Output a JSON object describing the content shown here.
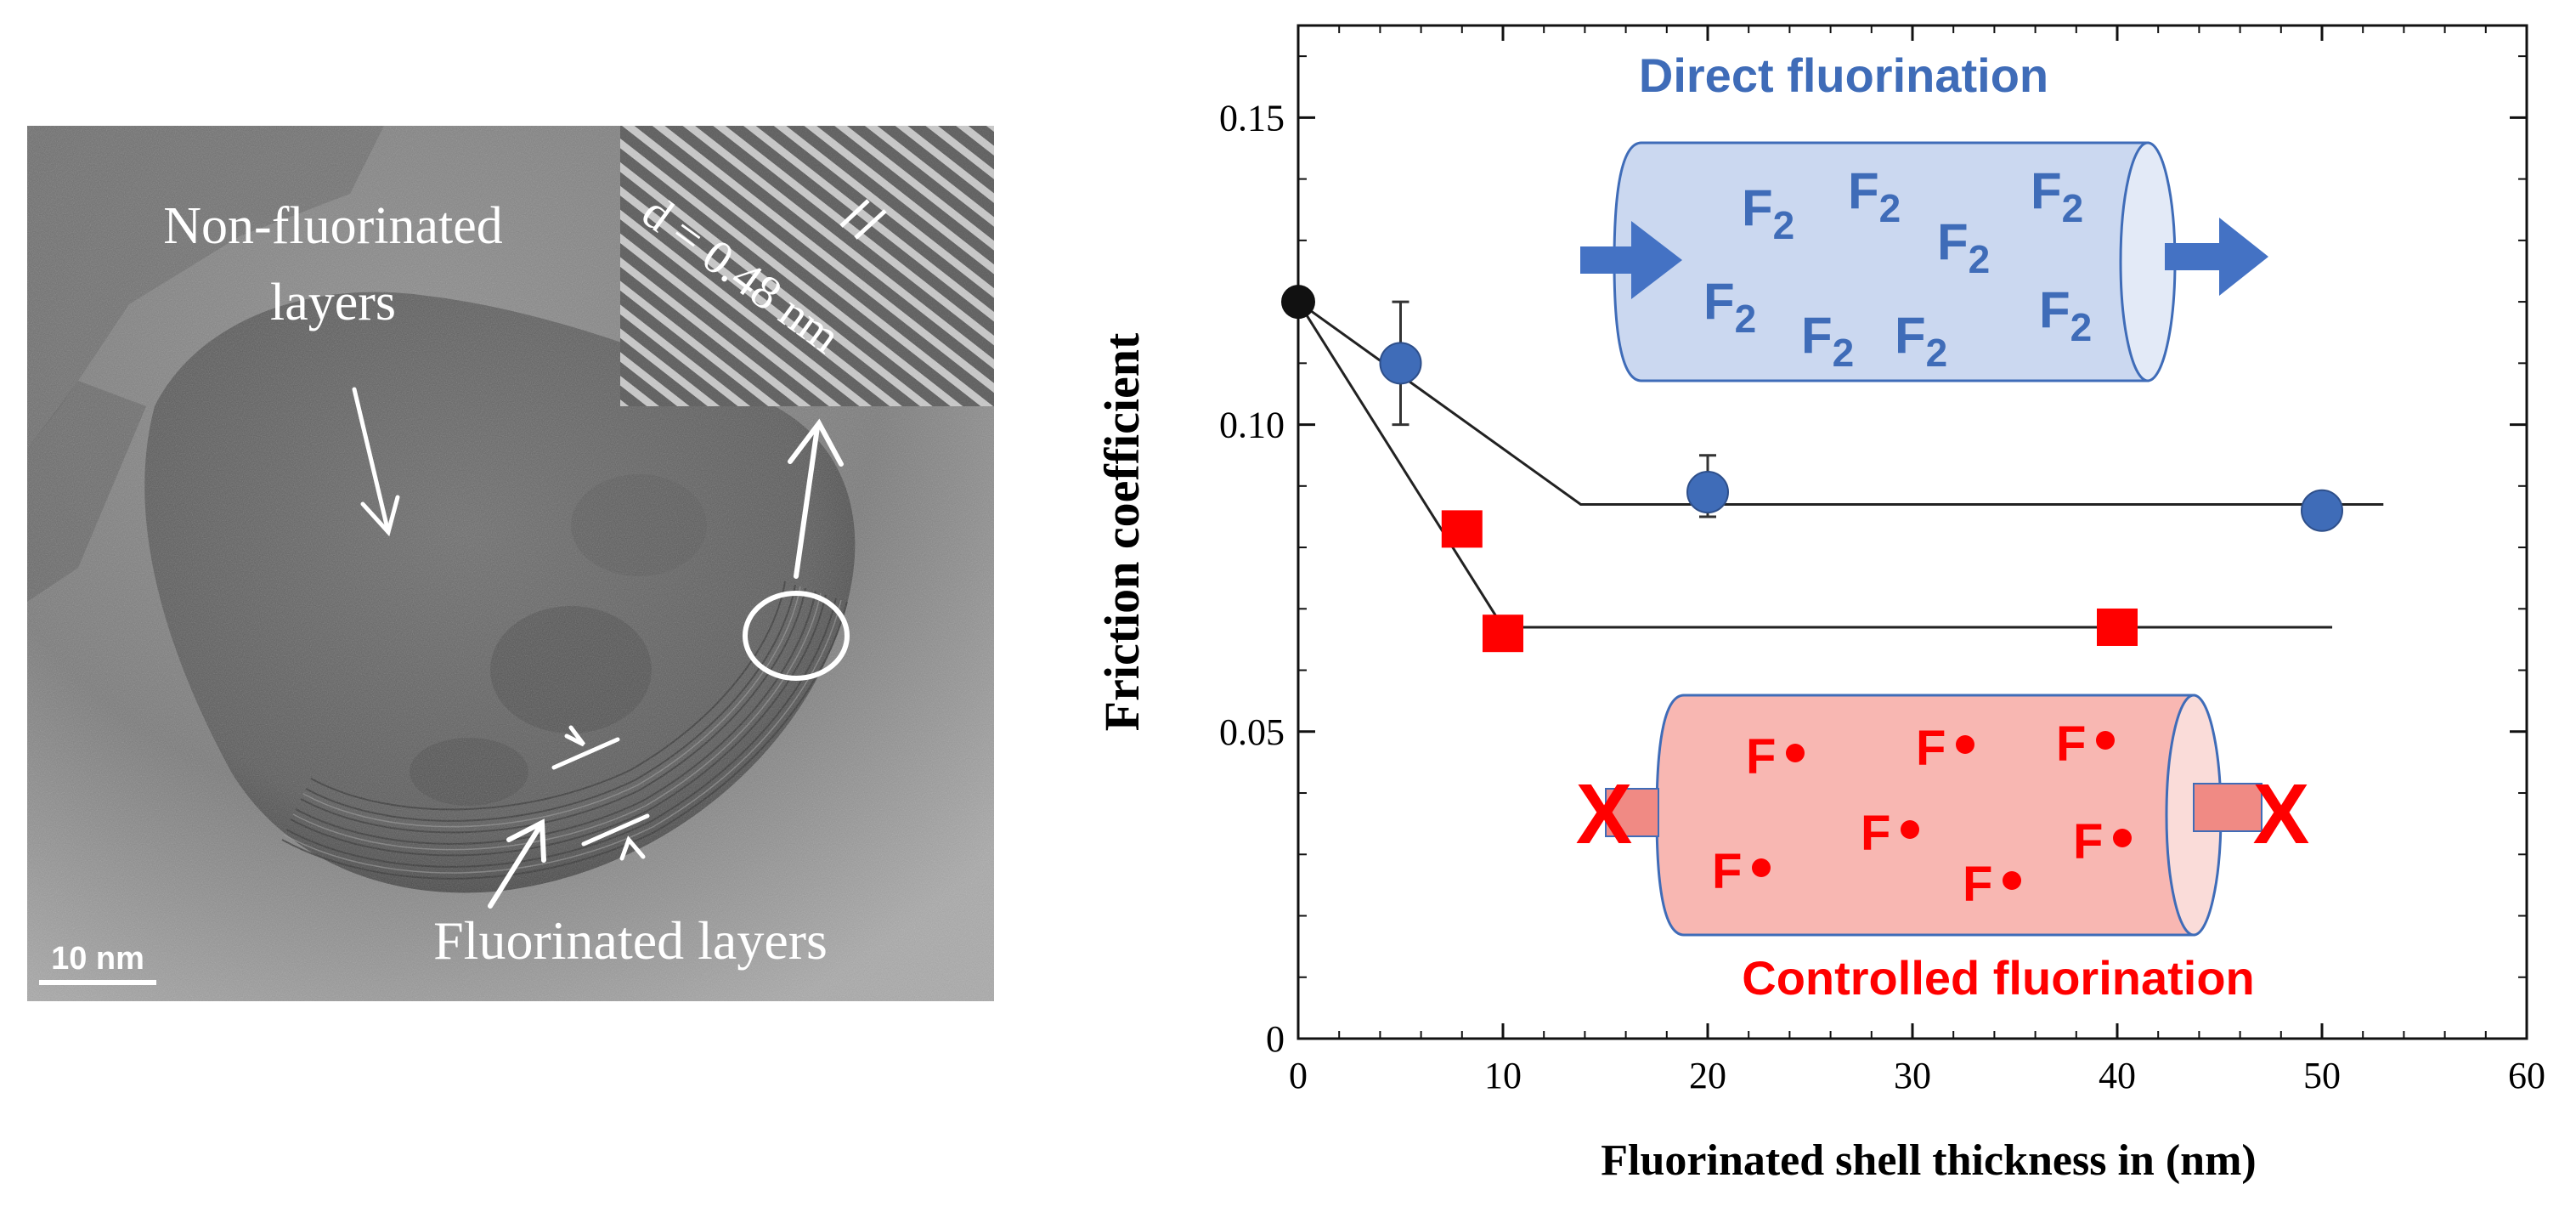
{
  "micrograph": {
    "label_non_fluorinated_line1": "Non-fluorinated",
    "label_non_fluorinated_line2": "layers",
    "label_fluorinated": "Fluorinated layers",
    "label_spacing": "d = 0.48 nm",
    "scale_bar": "10 nm"
  },
  "schematics": {
    "direct": {
      "title": "Direct fluorination",
      "species": "F",
      "subscript": "2",
      "color": "#3f6cb8",
      "fill": "#cbd8f0"
    },
    "controlled": {
      "title": "Controlled fluorination",
      "species": "F",
      "blocked_mark": "X",
      "color": "#ff0000",
      "fill": "#f8b7b2"
    }
  },
  "chart_data": {
    "type": "scatter",
    "xlabel": "Fluorinated shell thickness in (nm)",
    "ylabel": "Friction coefficient",
    "xlim": [
      0,
      60
    ],
    "ylim": [
      0,
      0.165
    ],
    "x_ticks": [
      "0",
      "10",
      "20",
      "30",
      "40",
      "50",
      "60"
    ],
    "y_ticks": [
      "0",
      "0.05",
      "0.10",
      "0.15"
    ],
    "grid": false,
    "series": [
      {
        "marker": "circle",
        "color": "#111111",
        "points": [
          {
            "x": 0,
            "y": 0.12
          }
        ]
      },
      {
        "marker": "circle",
        "color": "#3f6cb8",
        "points": [
          {
            "x": 5,
            "y": 0.11,
            "err_low": 0.1,
            "err_high": 0.12
          },
          {
            "x": 20,
            "y": 0.089,
            "err_low": 0.085,
            "err_high": 0.095
          },
          {
            "x": 50,
            "y": 0.086,
            "err_low": 0.083,
            "err_high": 0.087
          }
        ],
        "trend": [
          [
            0,
            0.12
          ],
          [
            13.8,
            0.087
          ],
          [
            53,
            0.087
          ]
        ]
      },
      {
        "marker": "square",
        "color": "#ff0000",
        "points": [
          {
            "x": 8,
            "y": 0.083
          },
          {
            "x": 10,
            "y": 0.066
          },
          {
            "x": 40,
            "y": 0.067
          }
        ],
        "trend": [
          [
            0,
            0.12
          ],
          [
            10,
            0.067
          ],
          [
            50.5,
            0.067
          ]
        ]
      }
    ]
  },
  "colors": {
    "axis": "#111111",
    "trend_line": "#222222"
  }
}
